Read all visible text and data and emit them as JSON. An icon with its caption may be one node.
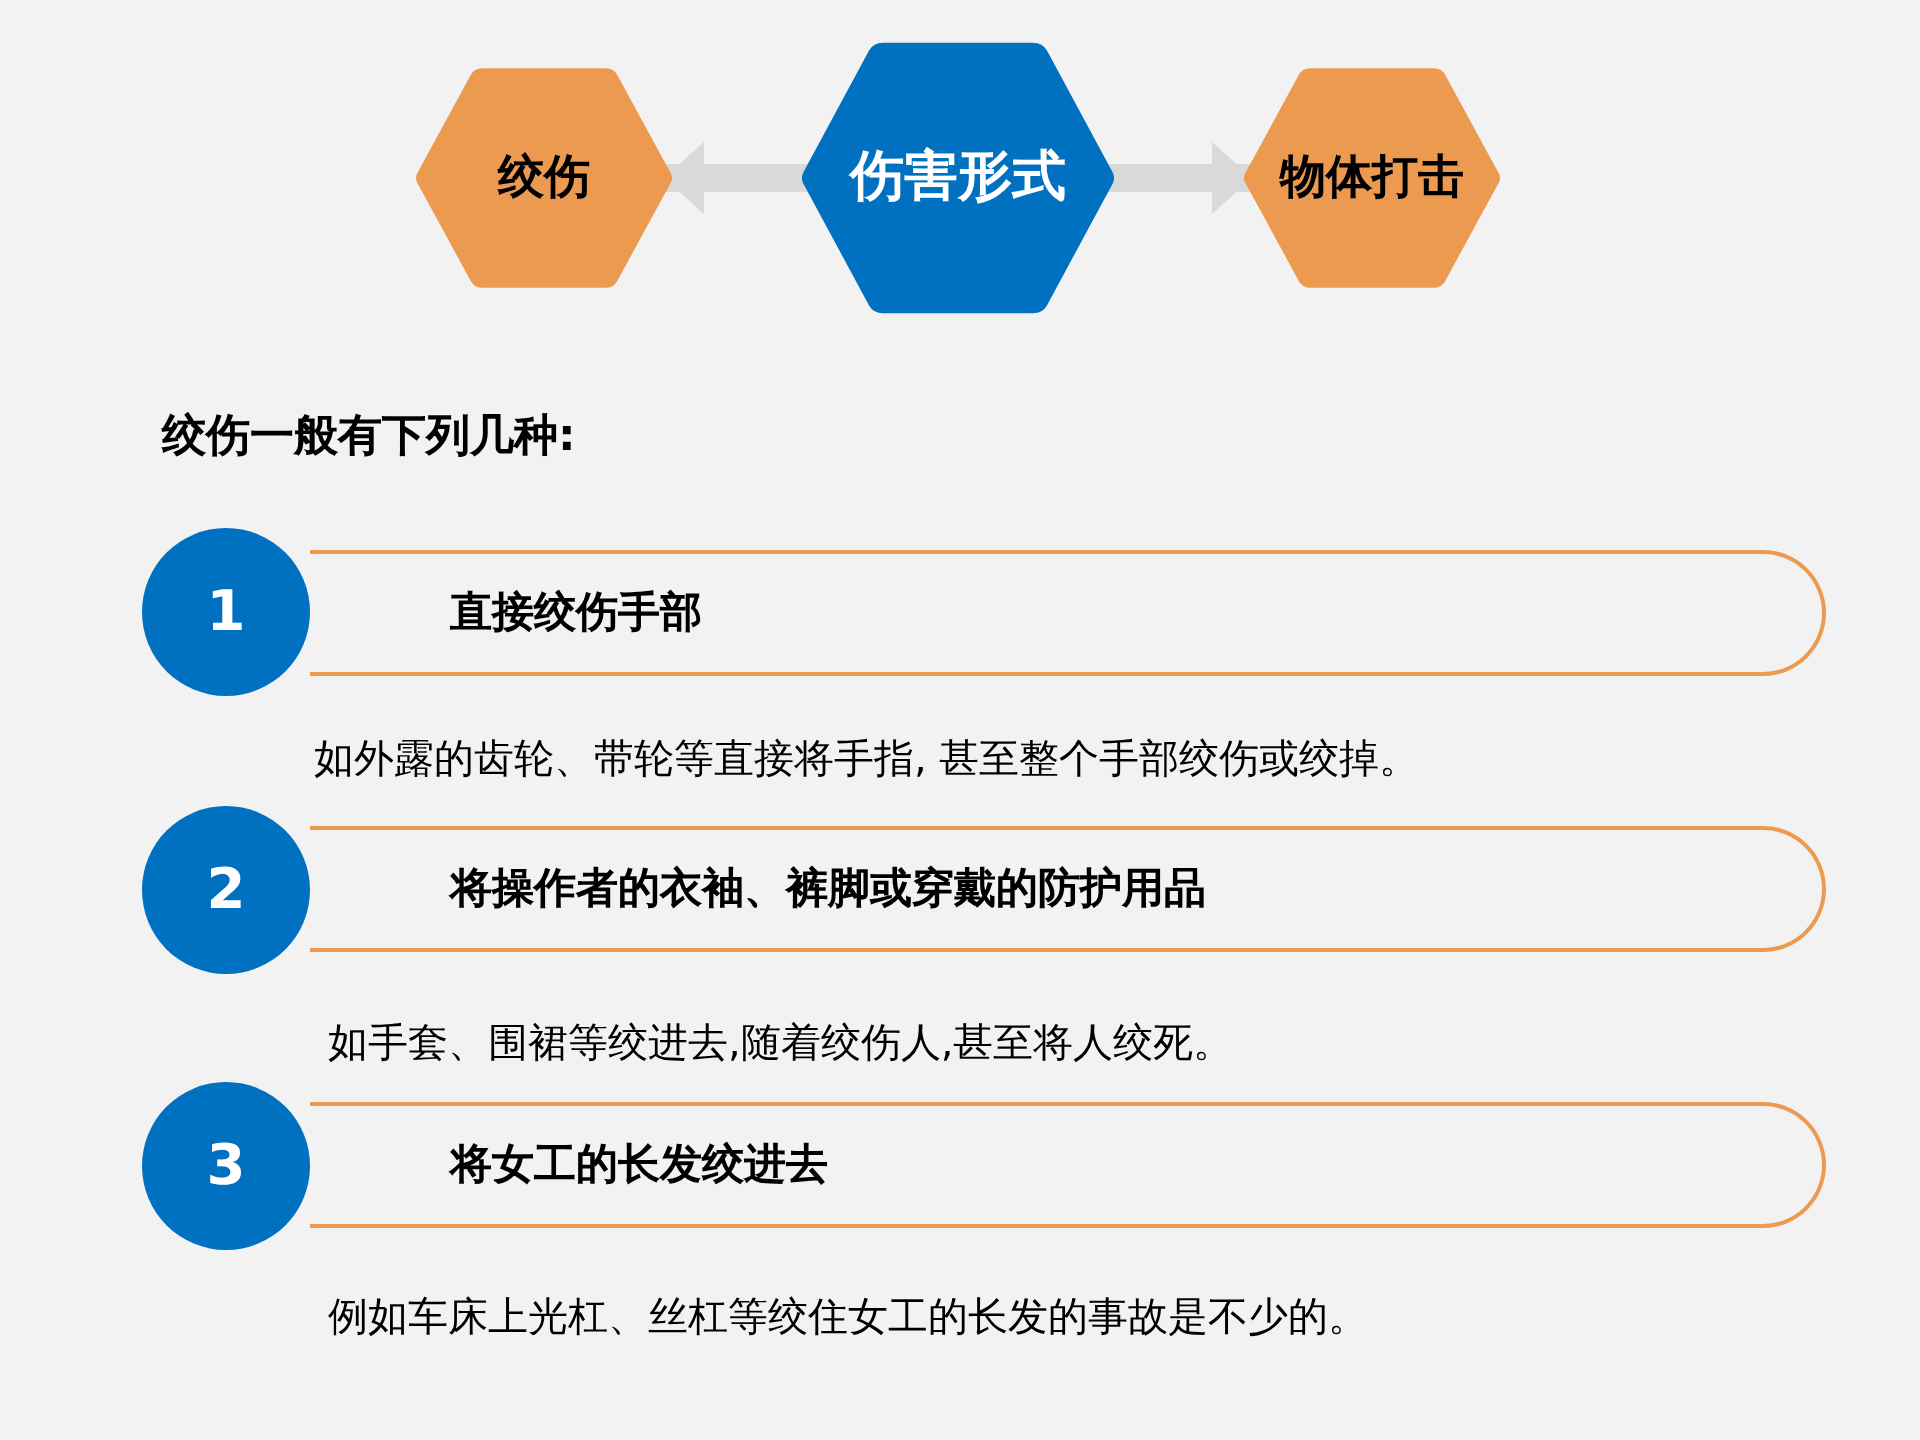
{
  "diagram": {
    "nodes": [
      {
        "text": [
          "绞伤"
        ]
      },
      {
        "text": [
          "伤害形式"
        ]
      },
      {
        "text": [
          "物体打击"
        ]
      },
      {
        "text": [
          "1"
        ]
      },
      {
        "text": [
          "直接绞伤手部"
        ]
      },
      {
        "text": [
          "2"
        ]
      },
      {
        "text": [
          "将操作者的衣袖、裤脚或穿戴的防护用品"
        ]
      },
      {
        "text": [
          "3"
        ]
      },
      {
        "text": [
          "将女工的长发绞进去"
        ]
      }
    ],
    "edges": [
      {
        "from": 1,
        "to": 0,
        "arrow": "to"
      },
      {
        "from": 1,
        "to": 2,
        "arrow": "to"
      }
    ],
    "labels": [
      "绞伤一般有下列几种:",
      "如外露的齿轮、带轮等直接将手指, 甚至整个手部绞伤或绞掉。",
      "如手套、围裙等绞进去,随着绞伤人,甚至将人绞死。",
      "例如车床上光杠、丝杠等绞住女工的长发的事故是不少的。"
    ]
  }
}
